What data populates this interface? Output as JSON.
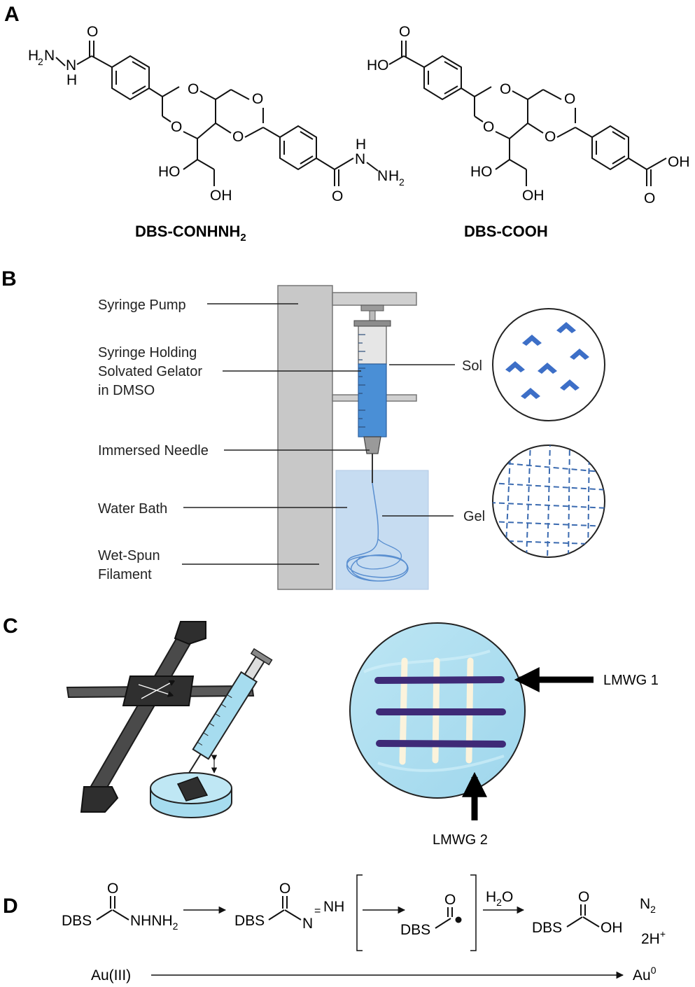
{
  "panels": {
    "a": {
      "letter": "A"
    },
    "b": {
      "letter": "B"
    },
    "c": {
      "letter": "C"
    },
    "d": {
      "letter": "D"
    }
  },
  "panel_a": {
    "left_name": "DBS-CONHNH",
    "left_name_sub": "2",
    "right_name": "DBS-COOH",
    "atoms": {
      "o": "O",
      "h": "H",
      "n": "N",
      "h2n_left": "H",
      "h2n_sub": "2",
      "h2n_n": "N",
      "ho": "HO",
      "oh": "OH",
      "nh2_n": "N",
      "nh2_h": "H",
      "nh2_sub": "2"
    }
  },
  "panel_b": {
    "labels": {
      "syringe_pump": "Syringe Pump",
      "syringe_holding_1": "Syringe Holding",
      "syringe_holding_2": "Solvated Gelator",
      "syringe_holding_3": "in DMSO",
      "immersed_needle": "Immersed Needle",
      "water_bath": "Water Bath",
      "wet_spun_1": "Wet-Spun",
      "wet_spun_2": "Filament",
      "sol": "Sol",
      "gel": "Gel"
    },
    "colors": {
      "pump": "#c8c8c8",
      "sol_liquid": "#4a8fd6",
      "water": "#c6dcf1",
      "filament": "#5a8fd0",
      "chevron": "#3d6fc7",
      "gel_net": "#3a6ab0"
    }
  },
  "panel_c": {
    "labels": {
      "lmwg1": "LMWG 1",
      "lmwg2": "LMWG 2"
    },
    "colors": {
      "dish": "#a6dcef",
      "lmwg1_line": "#3e2a77",
      "lmwg2_line": "#fbf3dc",
      "stage": "#3c3c3c",
      "syringe_fill": "#a6dcef"
    }
  },
  "panel_d": {
    "reactant": {
      "dbs": "DBS",
      "o": "O",
      "group": "NHNH",
      "sub": "2"
    },
    "diazene": {
      "dbs": "DBS",
      "o": "O",
      "n1": "N",
      "eq": "=",
      "nh": "NH"
    },
    "acyl": {
      "dbs": "DBS",
      "o": "O"
    },
    "water": {
      "h": "H",
      "sub": "2",
      "o": "O"
    },
    "acid": {
      "dbs": "DBS",
      "o": "O",
      "oh": "OH"
    },
    "byproducts": {
      "n": "N",
      "n_sub": "2",
      "h": "2H",
      "h_sup": "+"
    },
    "gold": {
      "left": "Au(III)",
      "right": "Au",
      "right_sup": "0"
    }
  }
}
